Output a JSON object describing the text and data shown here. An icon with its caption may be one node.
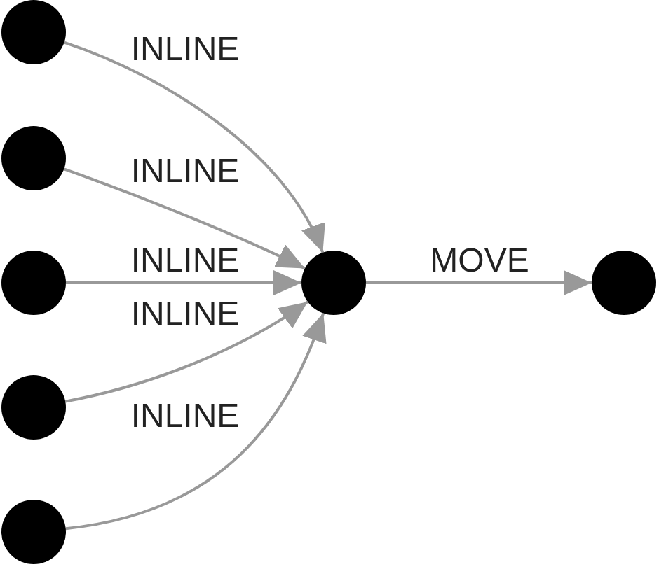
{
  "diagram": {
    "nodes": [
      {
        "text": [],
        "shape": "circle"
      },
      {
        "text": [],
        "shape": "circle"
      },
      {
        "text": [],
        "shape": "circle"
      },
      {
        "text": [],
        "shape": "circle"
      },
      {
        "text": [],
        "shape": "circle"
      },
      {
        "text": [],
        "shape": "circle"
      },
      {
        "text": [],
        "shape": "circle"
      }
    ],
    "edges": [
      {
        "from": 0,
        "to": 5,
        "arrow": "to",
        "label": "INLINE"
      },
      {
        "from": 1,
        "to": 5,
        "arrow": "to",
        "label": "INLINE"
      },
      {
        "from": 2,
        "to": 5,
        "arrow": "to",
        "label": "INLINE"
      },
      {
        "from": 3,
        "to": 5,
        "arrow": "to",
        "label": "INLINE"
      },
      {
        "from": 4,
        "to": 5,
        "arrow": "to",
        "label": "INLINE"
      },
      {
        "from": 5,
        "to": 6,
        "arrow": "to",
        "label": "MOVE"
      }
    ]
  }
}
